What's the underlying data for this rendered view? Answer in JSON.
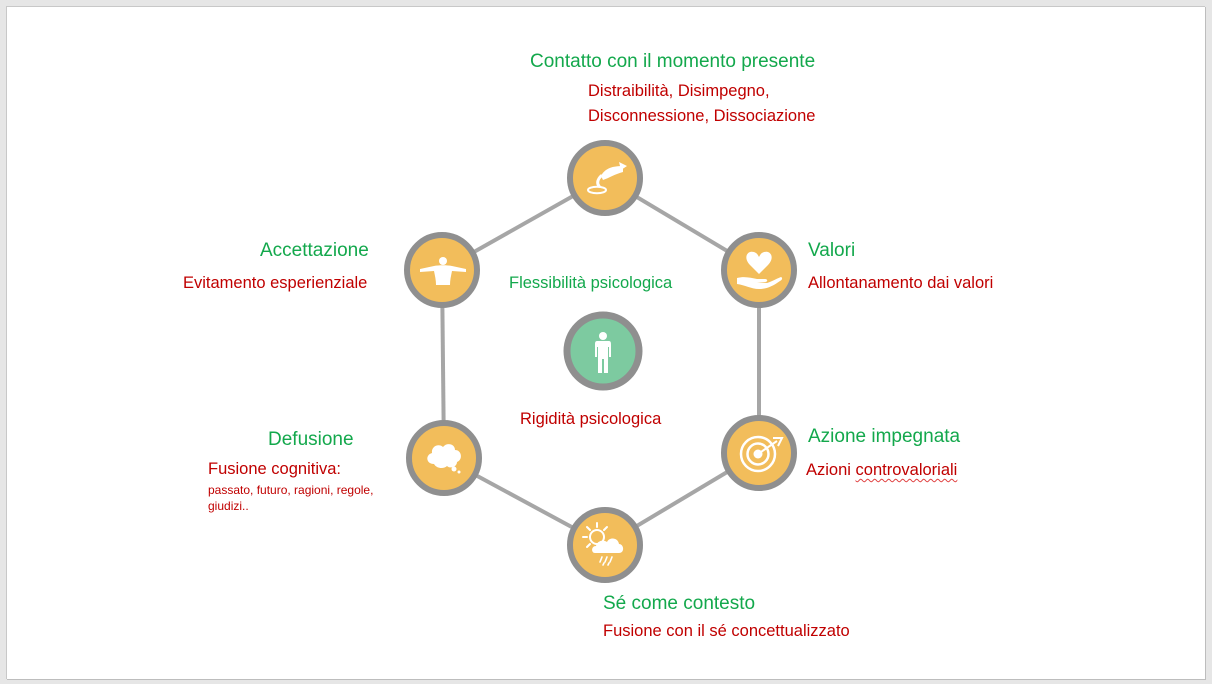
{
  "colors": {
    "node_fill": "#f2bd5b",
    "node_ring": "#8f8f8f",
    "center_fill": "#7dcaa0",
    "connector": "#a6a6a6",
    "process_text": "#13a84c",
    "problem_text": "#c00000"
  },
  "center": {
    "flexibility_label": "Flessibilità psicologica",
    "rigidity_label": "Rigidità psicologica",
    "icon": "person-icon"
  },
  "nodes": [
    {
      "id": "present-moment",
      "title": "Contatto con il momento presente",
      "problem_lines": [
        "Distraibilità, Disimpegno,",
        "Disconnessione, Dissociazione"
      ],
      "icon": "hand-releasing-icon"
    },
    {
      "id": "values",
      "title": "Valori",
      "problem_lines": [
        "Allontanamento dai valori"
      ],
      "icon": "heart-in-hand-icon"
    },
    {
      "id": "committed-action",
      "title": "Azione impegnata",
      "problem_prefix": "Azioni ",
      "problem_flagged": "controvaloriali",
      "icon": "target-arrow-icon"
    },
    {
      "id": "self-as-context",
      "title": "Sé come contesto",
      "problem_lines": [
        "Fusione con il sé concettualizzato"
      ],
      "icon": "sun-cloud-rain-icon"
    },
    {
      "id": "defusion",
      "title": "Defusione",
      "problem_lines": [
        "Fusione cognitiva:"
      ],
      "problem_detail_lines": [
        "passato, futuro, ragioni, regole,",
        "giudizi.."
      ],
      "icon": "thought-bubble-icon"
    },
    {
      "id": "acceptance",
      "title": "Accettazione",
      "problem_lines": [
        "Evitamento esperienziale"
      ],
      "icon": "open-arms-icon"
    }
  ]
}
